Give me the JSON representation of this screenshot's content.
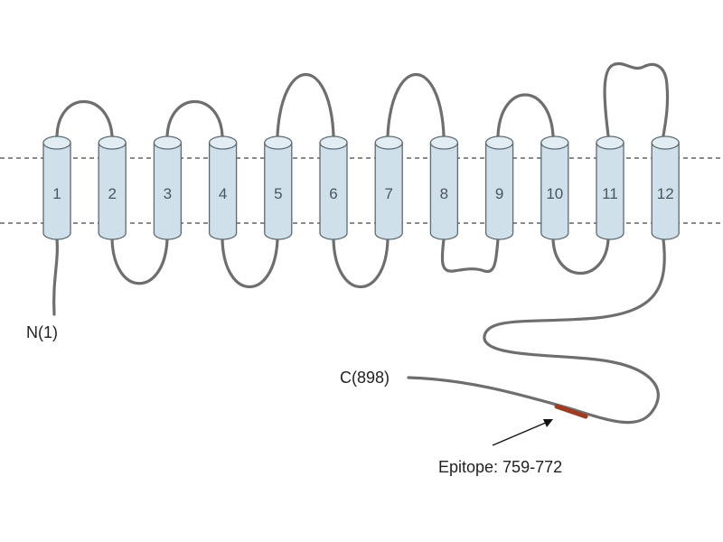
{
  "helices": [
    "1",
    "2",
    "3",
    "4",
    "5",
    "6",
    "7",
    "8",
    "9",
    "10",
    "11",
    "12"
  ],
  "n_terminus": "N(1)",
  "c_terminus": "C(898)",
  "epitope": {
    "label": "Epitope: 759-772",
    "color": "#a03a22"
  },
  "colors": {
    "helix_fill": "#cfe0ea",
    "helix_stroke": "#5d6a72",
    "loop": "#6e6e6e",
    "membrane": "#444444"
  }
}
